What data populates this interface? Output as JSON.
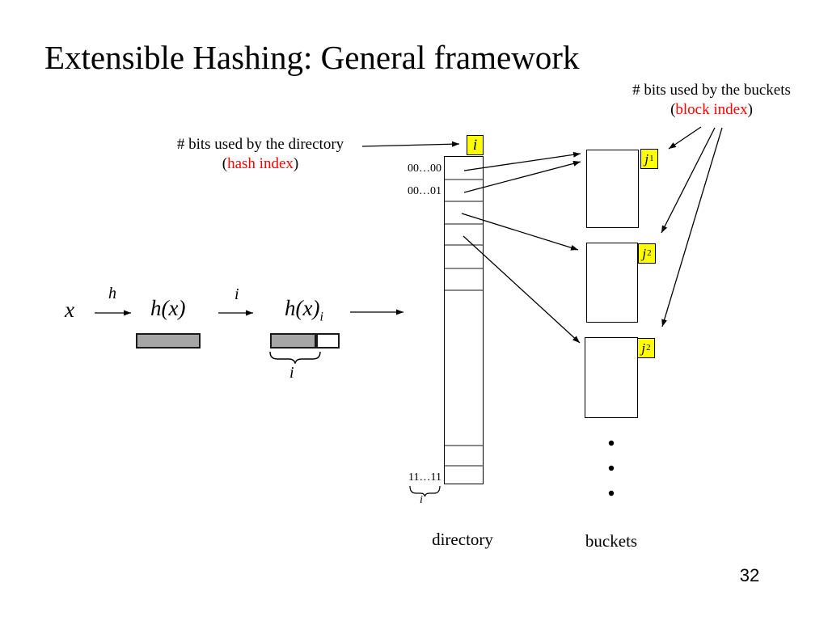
{
  "slide": {
    "title": "Extensible Hashing: General framework",
    "page_number": "32"
  },
  "notes": {
    "buckets": {
      "text": "# bits used by the buckets",
      "open": "(",
      "highlight": "block index",
      "close": ")"
    },
    "directory": {
      "text": "# bits used by the directory",
      "open": "(",
      "highlight": "hash index",
      "close": ")"
    }
  },
  "formula": {
    "input": "x",
    "hash_arrow_label": "h",
    "hash_value": "h(x)",
    "index_arrow_label": "i",
    "indexed_base": "h(x)",
    "indexed_sub": "i",
    "gray_brace_label": "i"
  },
  "directory": {
    "index_box_label": "i",
    "entry_first": "00…00",
    "entry_second": "00…01",
    "entry_last": "11…11",
    "brace_label": "i",
    "caption": "directory"
  },
  "buckets": {
    "caption": "buckets",
    "labels": [
      {
        "base": "j",
        "sub": "1"
      },
      {
        "base": "j",
        "sub": "2"
      },
      {
        "base": "j",
        "sub": "2"
      }
    ]
  },
  "colors": {
    "highlight_red": "#ff0000",
    "index_yellow": "#ffff00",
    "hash_gray": "#a6a6a6"
  }
}
